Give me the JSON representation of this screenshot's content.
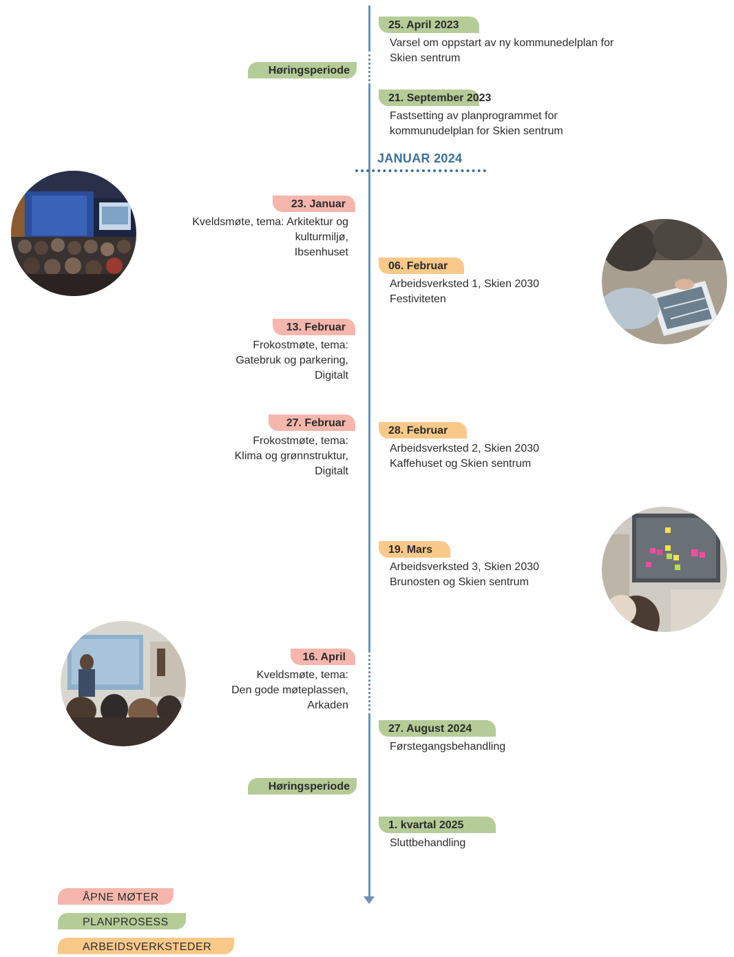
{
  "timeline": {
    "milestone_label": "JANUAR 2024",
    "horingsperiode_label": "Høringsperiode",
    "events": [
      {
        "date": "25. April 2023",
        "lines": [
          "Varsel om oppstart av ny kommunedelplan for",
          "Skien sentrum"
        ],
        "category": "planprosess"
      },
      {
        "date": "21. September 2023",
        "lines": [
          "Fastsetting av planprogrammet for",
          "kommunudelplan for Skien sentrum"
        ],
        "category": "planprosess"
      },
      {
        "date": "23. Januar",
        "lines": [
          "Kveldsmøte, tema: Arkitektur og",
          "kulturmiljø,",
          "Ibsenhuset"
        ],
        "category": "apne_moter"
      },
      {
        "date": "06. Februar",
        "lines": [
          "Arbeidsverksted 1, Skien 2030",
          "Festiviteten"
        ],
        "category": "arbeidsverksteder"
      },
      {
        "date": "13. Februar",
        "lines": [
          "Frokostmøte, tema:",
          "Gatebruk og parkering,",
          "Digitalt"
        ],
        "category": "apne_moter"
      },
      {
        "date": "27. Februar",
        "lines": [
          "Frokostmøte, tema:",
          "Klima og grønnstruktur,",
          "Digitalt"
        ],
        "category": "apne_moter"
      },
      {
        "date": "28. Februar",
        "lines": [
          "Arbeidsverksted 2, Skien 2030",
          "Kaffehuset og Skien sentrum"
        ],
        "category": "arbeidsverksteder"
      },
      {
        "date": "19. Mars",
        "lines": [
          "Arbeidsverksted 3, Skien 2030",
          "Brunosten og Skien sentrum"
        ],
        "category": "arbeidsverksteder"
      },
      {
        "date": "16. April",
        "lines": [
          "Kveldsmøte, tema:",
          "Den gode møteplassen,",
          "Arkaden"
        ],
        "category": "apne_moter"
      },
      {
        "date": "27. August 2024",
        "lines": [
          "Førstegangsbehandling"
        ],
        "category": "planprosess"
      },
      {
        "date": "1. kvartal 2025",
        "lines": [
          "Sluttbehandling"
        ],
        "category": "planprosess"
      }
    ]
  },
  "legend": [
    {
      "label": "ÅPNE MØTER",
      "color": "#f5b7ad"
    },
    {
      "label": "PLANPROSESS",
      "color": "#b5cc98"
    },
    {
      "label": "ARBEIDSVERKSTEDER",
      "color": "#f9c98a"
    }
  ],
  "photos": [
    {
      "name": "concert-hall-audience-photo"
    },
    {
      "name": "workshop-map-table-photo"
    },
    {
      "name": "workshop-sticky-notes-photo"
    },
    {
      "name": "evening-meeting-presentation-photo"
    }
  ]
}
